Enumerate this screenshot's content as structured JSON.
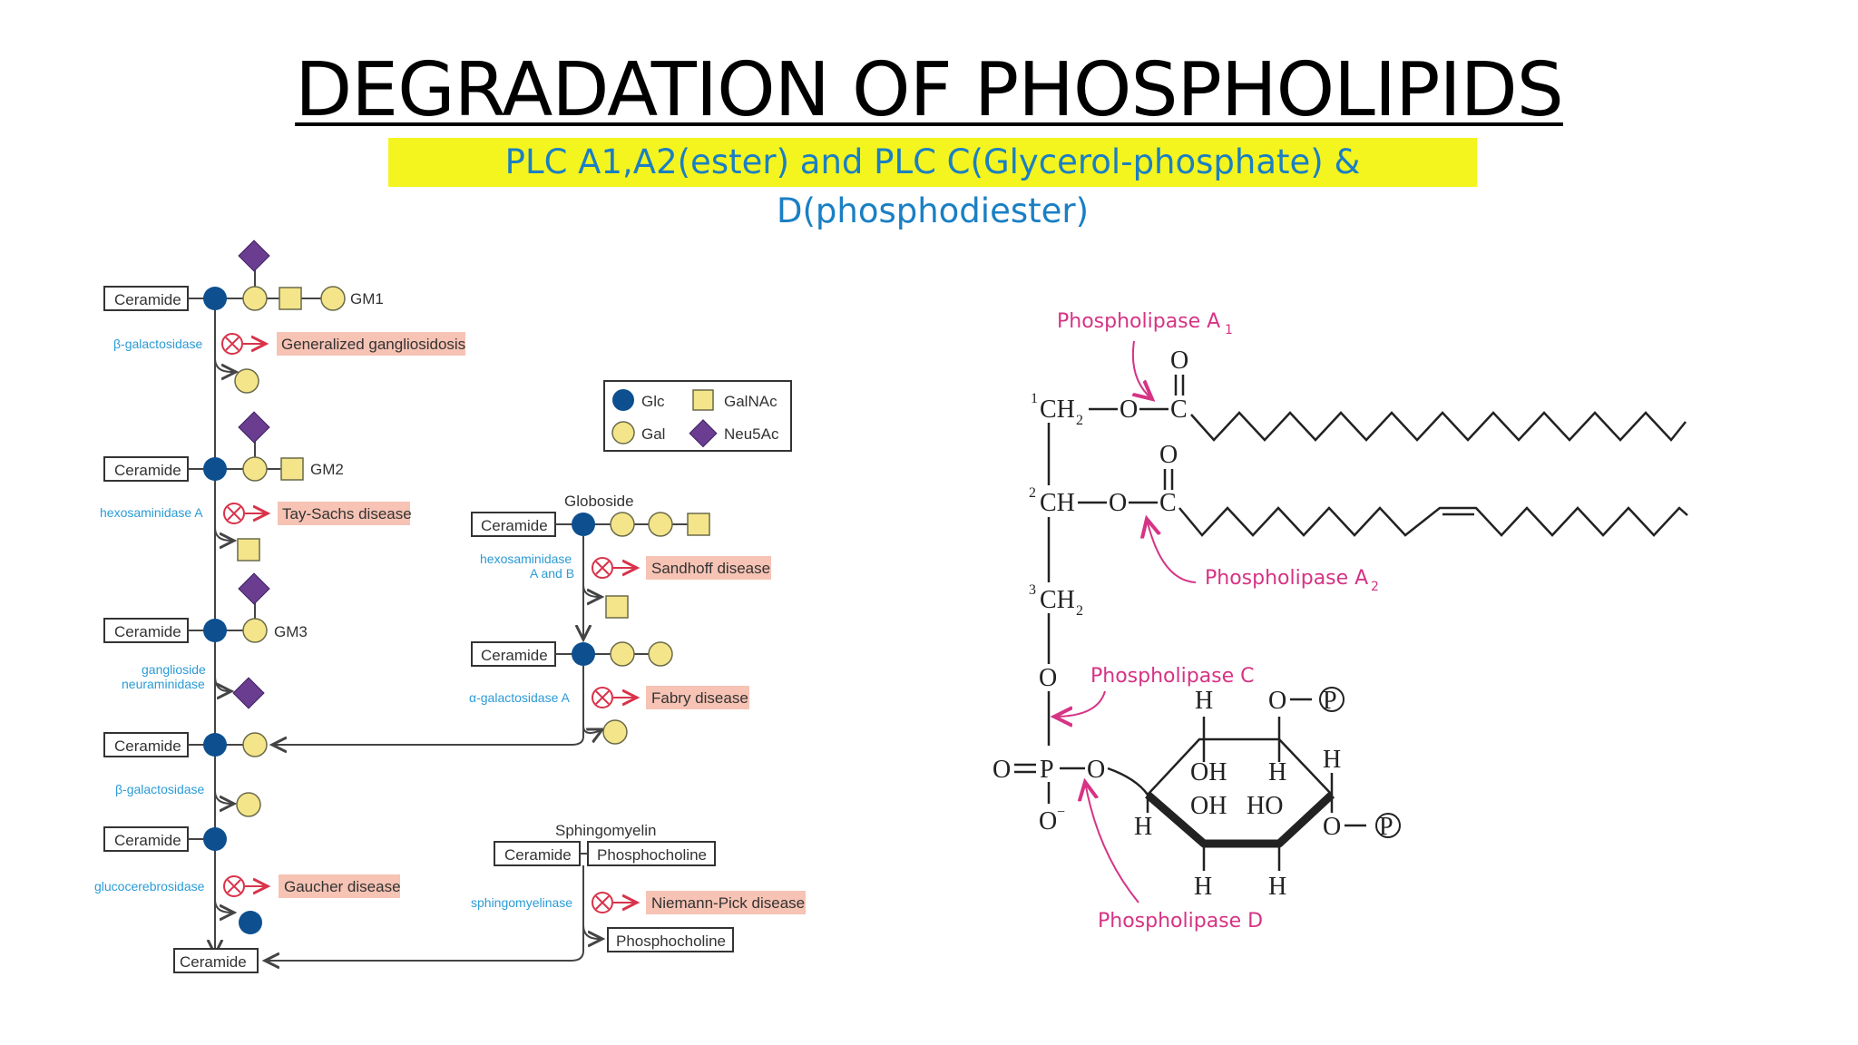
{
  "title": "DEGRADATION OF PHOSPHOLIPIDS",
  "subtitle": "PLC A1,A2(ester) and PLC C(Glycerol-phosphate) & D(phosphodiester)",
  "left_diagram": {
    "ceramide": "Ceramide",
    "gm1": "GM1",
    "gm2": "GM2",
    "gm3": "GM3",
    "globoside": "Globoside",
    "sphingomyelin": "Sphingomyelin",
    "phosphocholine": "Phosphocholine",
    "enzymes": {
      "beta_gal": "β-galactosidase",
      "hex_a": "hexosaminidase A",
      "gang_neur_1": "ganglioside",
      "gang_neur_2": "neuraminidase",
      "hex_ab_1": "hexosaminidase",
      "hex_ab_2": "A and B",
      "alpha_gal": "α-galactosidase A",
      "glucocereb": "glucocerebrosidase",
      "sphingomyelinase": "sphingomyelinase"
    },
    "diseases": {
      "generalized": "Generalized gangliosidosis",
      "tay_sachs": "Tay-Sachs disease",
      "sandhoff": "Sandhoff disease",
      "fabry": "Fabry disease",
      "gaucher": "Gaucher disease",
      "niemann_pick": "Niemann-Pick disease"
    },
    "legend": {
      "glc": "Glc",
      "gal": "Gal",
      "galnac": "GalNAc",
      "neu5ac": "Neu5Ac"
    },
    "colors": {
      "glc": "#0d4f8f",
      "gal": "#f4e58a",
      "neu5ac": "#6a3d91",
      "disease_bg": "#f6c3b4",
      "enzyme": "#2b9bd6"
    }
  },
  "right_diagram": {
    "pla1": "Phospholipase A",
    "pla1_sub": "1",
    "pla2": "Phospholipase A",
    "pla2_sub": "2",
    "plc": "Phospholipase C",
    "pld": "Phospholipase D",
    "atoms": {
      "c1": "CH",
      "c1_sup": "1",
      "c1_sub": "2",
      "c2": "CH",
      "c2_sup": "2",
      "c3": "CH",
      "c3_sup": "3",
      "c3_sub": "2",
      "o": "O",
      "c": "C",
      "p": "P",
      "o_minus": "O",
      "minus": "−",
      "h": "H",
      "oh": "OH",
      "ho": "HO",
      "circled_p": "P"
    },
    "colors": {
      "phospholipase": "#d63384"
    }
  }
}
